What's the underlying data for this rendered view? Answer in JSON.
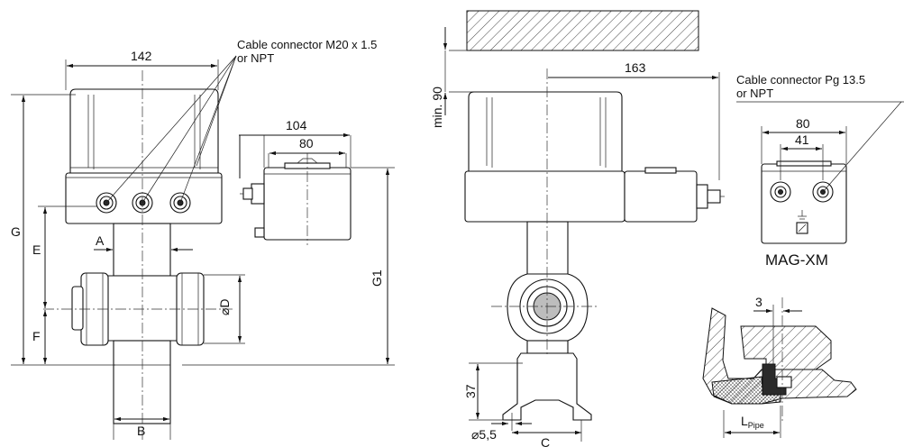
{
  "labels": {
    "cable_connector_left_line1": "Cable connector M20 x 1.5",
    "cable_connector_left_line2": "or NPT",
    "cable_connector_right_line1": "Cable connector Pg 13.5",
    "cable_connector_right_line2": "or NPT",
    "model_name": "MAG-XM"
  },
  "dimensions": {
    "width_142": "142",
    "width_104": "104",
    "width_80_left": "80",
    "width_163": "163",
    "width_80_right": "80",
    "width_41": "41",
    "min_90": "min. 90",
    "height_G": "G",
    "height_G1": "G1",
    "height_E": "E",
    "height_F": "F",
    "wall_A": "A",
    "width_B": "B",
    "diameter_D": "⌀D",
    "height_37": "37",
    "hole_diameter": "⌀5,5",
    "spacing_C": "C",
    "gap_3": "3",
    "length_L": "L",
    "length_L_sub": "Pipe"
  },
  "colors": {
    "line": "#111111",
    "hatch": "#444444",
    "seal_dark": "#2a2a2a",
    "pipe_fill": "#bdbdbd"
  }
}
